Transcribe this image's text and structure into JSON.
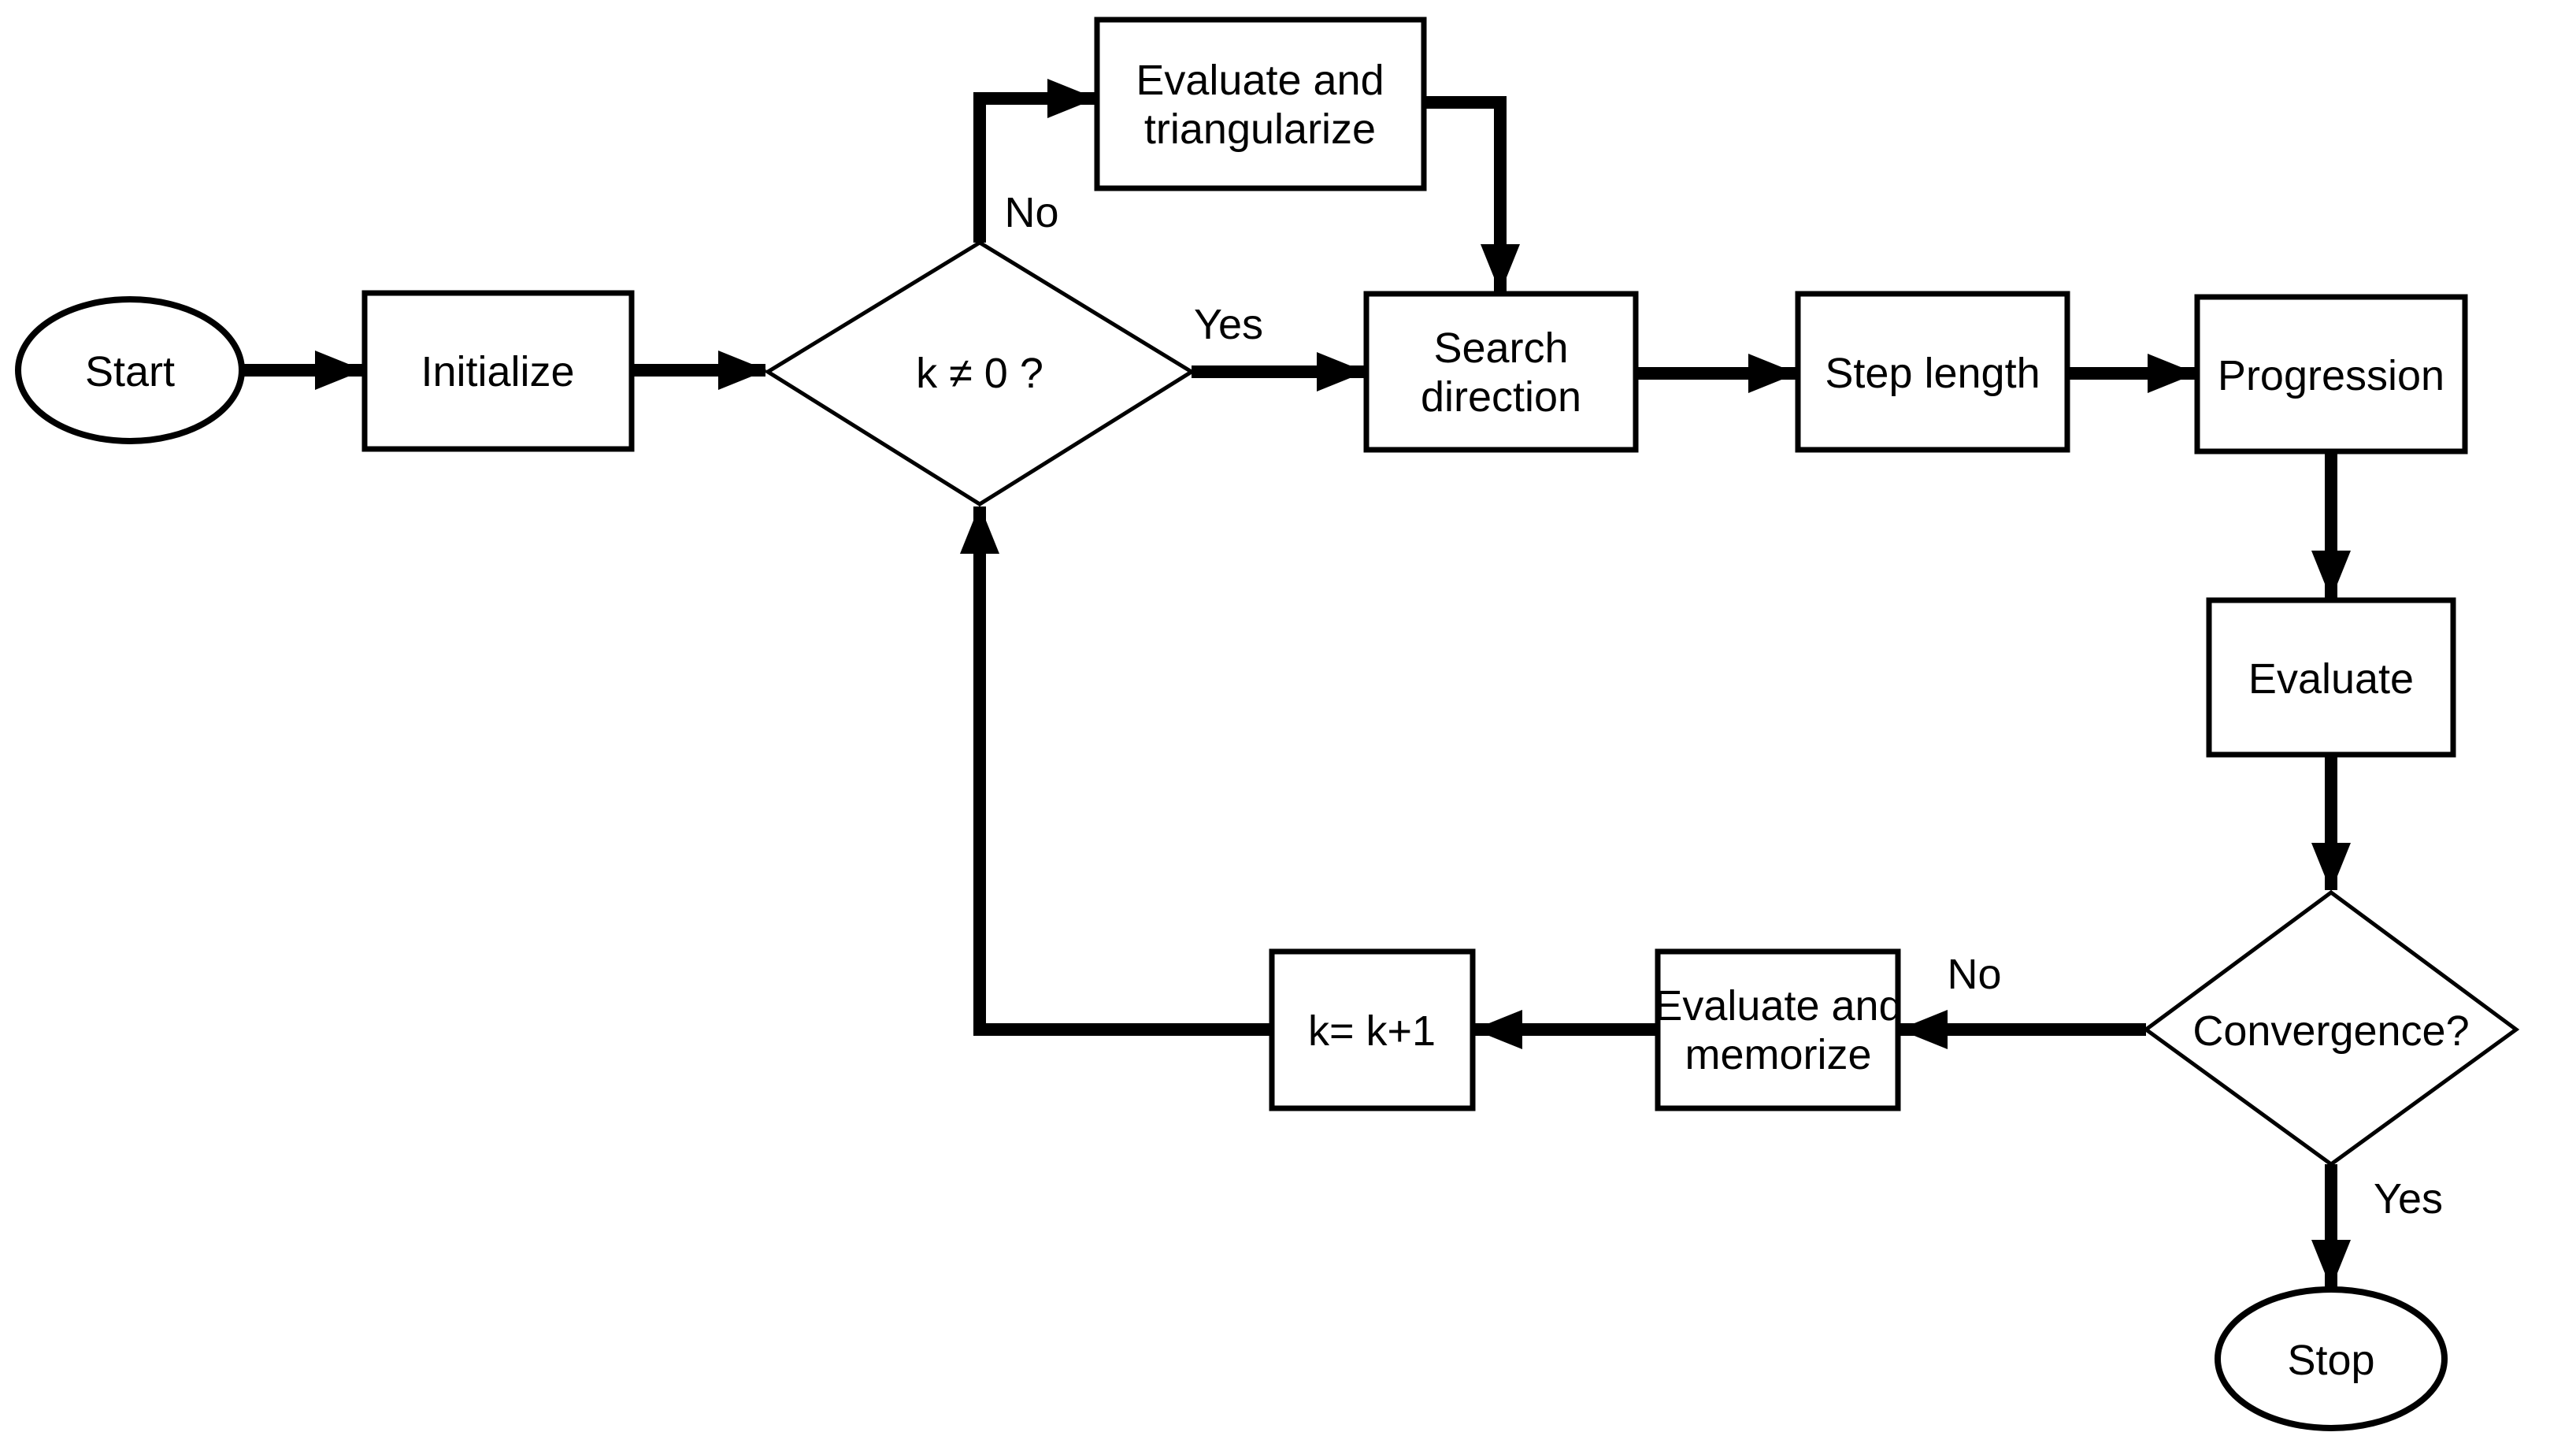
{
  "diagram": {
    "background_color": "#ffffff",
    "stroke_color": "#000000",
    "nodes": {
      "start": {
        "shape": "ellipse",
        "label": "Start"
      },
      "initialize": {
        "shape": "rect",
        "label": "Initialize"
      },
      "k_decision": {
        "shape": "diamond",
        "label": "k ≠ 0 ?"
      },
      "evaluate_triangularize": {
        "shape": "rect",
        "label_line1": "Evaluate and",
        "label_line2": "triangularize"
      },
      "search_direction": {
        "shape": "rect",
        "label_line1": "Search",
        "label_line2": "direction"
      },
      "step_length": {
        "shape": "rect",
        "label": "Step length"
      },
      "progression": {
        "shape": "rect",
        "label": "Progression"
      },
      "evaluate": {
        "shape": "rect",
        "label": "Evaluate"
      },
      "convergence_decision": {
        "shape": "diamond",
        "label": "Convergence?"
      },
      "evaluate_memorize": {
        "shape": "rect",
        "label_line1": "Evaluate and",
        "label_line2": "memorize"
      },
      "k_increment": {
        "shape": "rect",
        "label": "k= k+1"
      },
      "stop": {
        "shape": "ellipse",
        "label": "Stop"
      }
    },
    "edge_labels": {
      "k_decision_no": "No",
      "k_decision_yes": "Yes",
      "convergence_no": "No",
      "convergence_yes": "Yes"
    }
  }
}
